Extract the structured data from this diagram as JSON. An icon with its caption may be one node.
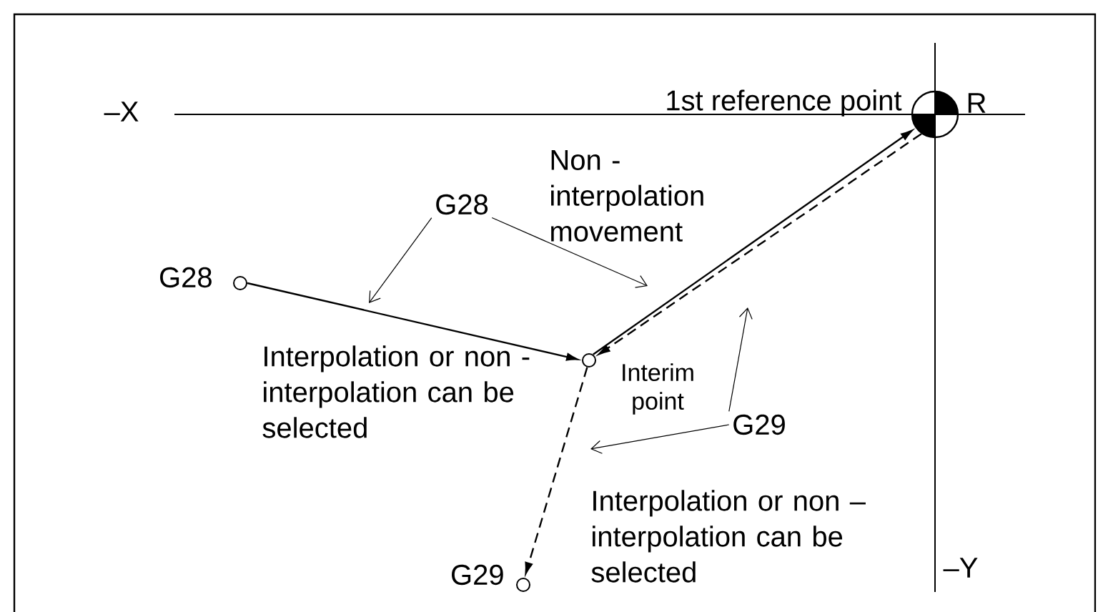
{
  "diagram": {
    "nodes": [
      {
        "text": [],
        "shape": "circle",
        "beside": [
          "G28"
        ]
      },
      {
        "text": [],
        "shape": "circle",
        "beside": [
          "Interim point"
        ]
      },
      {
        "text": [],
        "shape": "circle",
        "beside": [
          "1st reference point",
          "R"
        ]
      },
      {
        "text": [],
        "shape": "circle",
        "beside": [
          "G29"
        ]
      },
      {
        "text": [
          "G28"
        ]
      },
      {
        "text": [
          "G29"
        ]
      }
    ],
    "edges": [
      {
        "from": 0,
        "to": 1,
        "arrow": "to"
      },
      {
        "from": 1,
        "to": 2,
        "arrow": "to"
      },
      {
        "from": 2,
        "to": 1,
        "arrow": "to",
        "style": "dashed"
      },
      {
        "from": 1,
        "to": 3,
        "arrow": "to",
        "style": "dashed"
      },
      {
        "from": 4,
        "to": null,
        "arrow": "to"
      },
      {
        "from": 4,
        "to": null,
        "arrow": "to"
      },
      {
        "from": 5,
        "to": null,
        "arrow": "to"
      },
      {
        "from": 5,
        "to": null,
        "arrow": "to"
      }
    ],
    "labels": [
      "–X",
      "Non - interpolation movement",
      "Interpolation or non - interpolation can be selected",
      "Interpolation or non – interpolation can be selected",
      "–Y"
    ]
  }
}
